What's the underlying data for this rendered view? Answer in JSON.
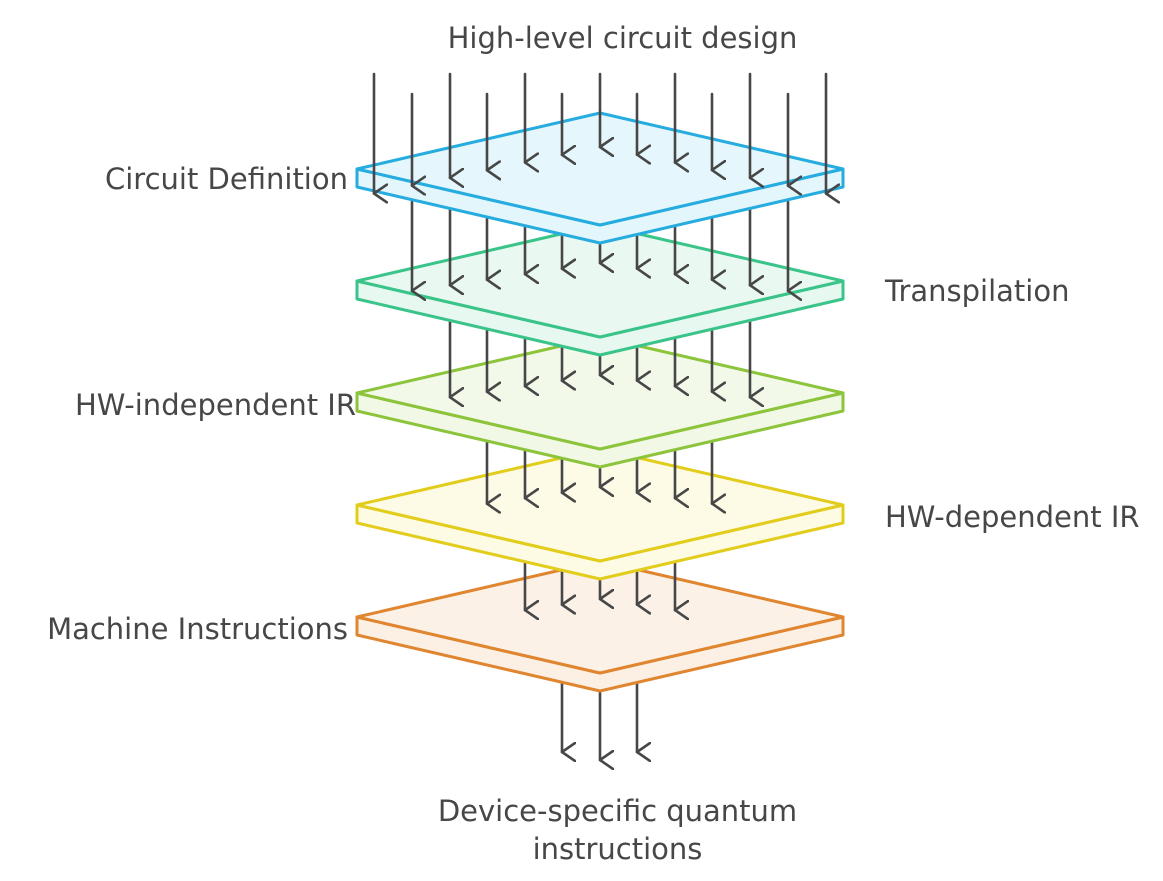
{
  "title_top": "High-level circuit design",
  "title_bottom": [
    "Device-specific quantum",
    "instructions"
  ],
  "layers": [
    {
      "label": "Circuit Definition",
      "side": "left",
      "stroke": "#26ACDE",
      "fill": "#E3F6FC"
    },
    {
      "label": "Transpilation",
      "side": "right",
      "stroke": "#3AC48A",
      "fill": "#E7F8F0"
    },
    {
      "label": "HW-independent IR",
      "side": "left",
      "stroke": "#8CC43C",
      "fill": "#F1F8E6"
    },
    {
      "label": "HW-dependent IR",
      "side": "right",
      "stroke": "#E2CC1C",
      "fill": "#FDFBE3"
    },
    {
      "label": "Machine Instructions",
      "side": "left",
      "stroke": "#E08530",
      "fill": "#FCF0E5"
    }
  ],
  "arrow_color": "#474747"
}
